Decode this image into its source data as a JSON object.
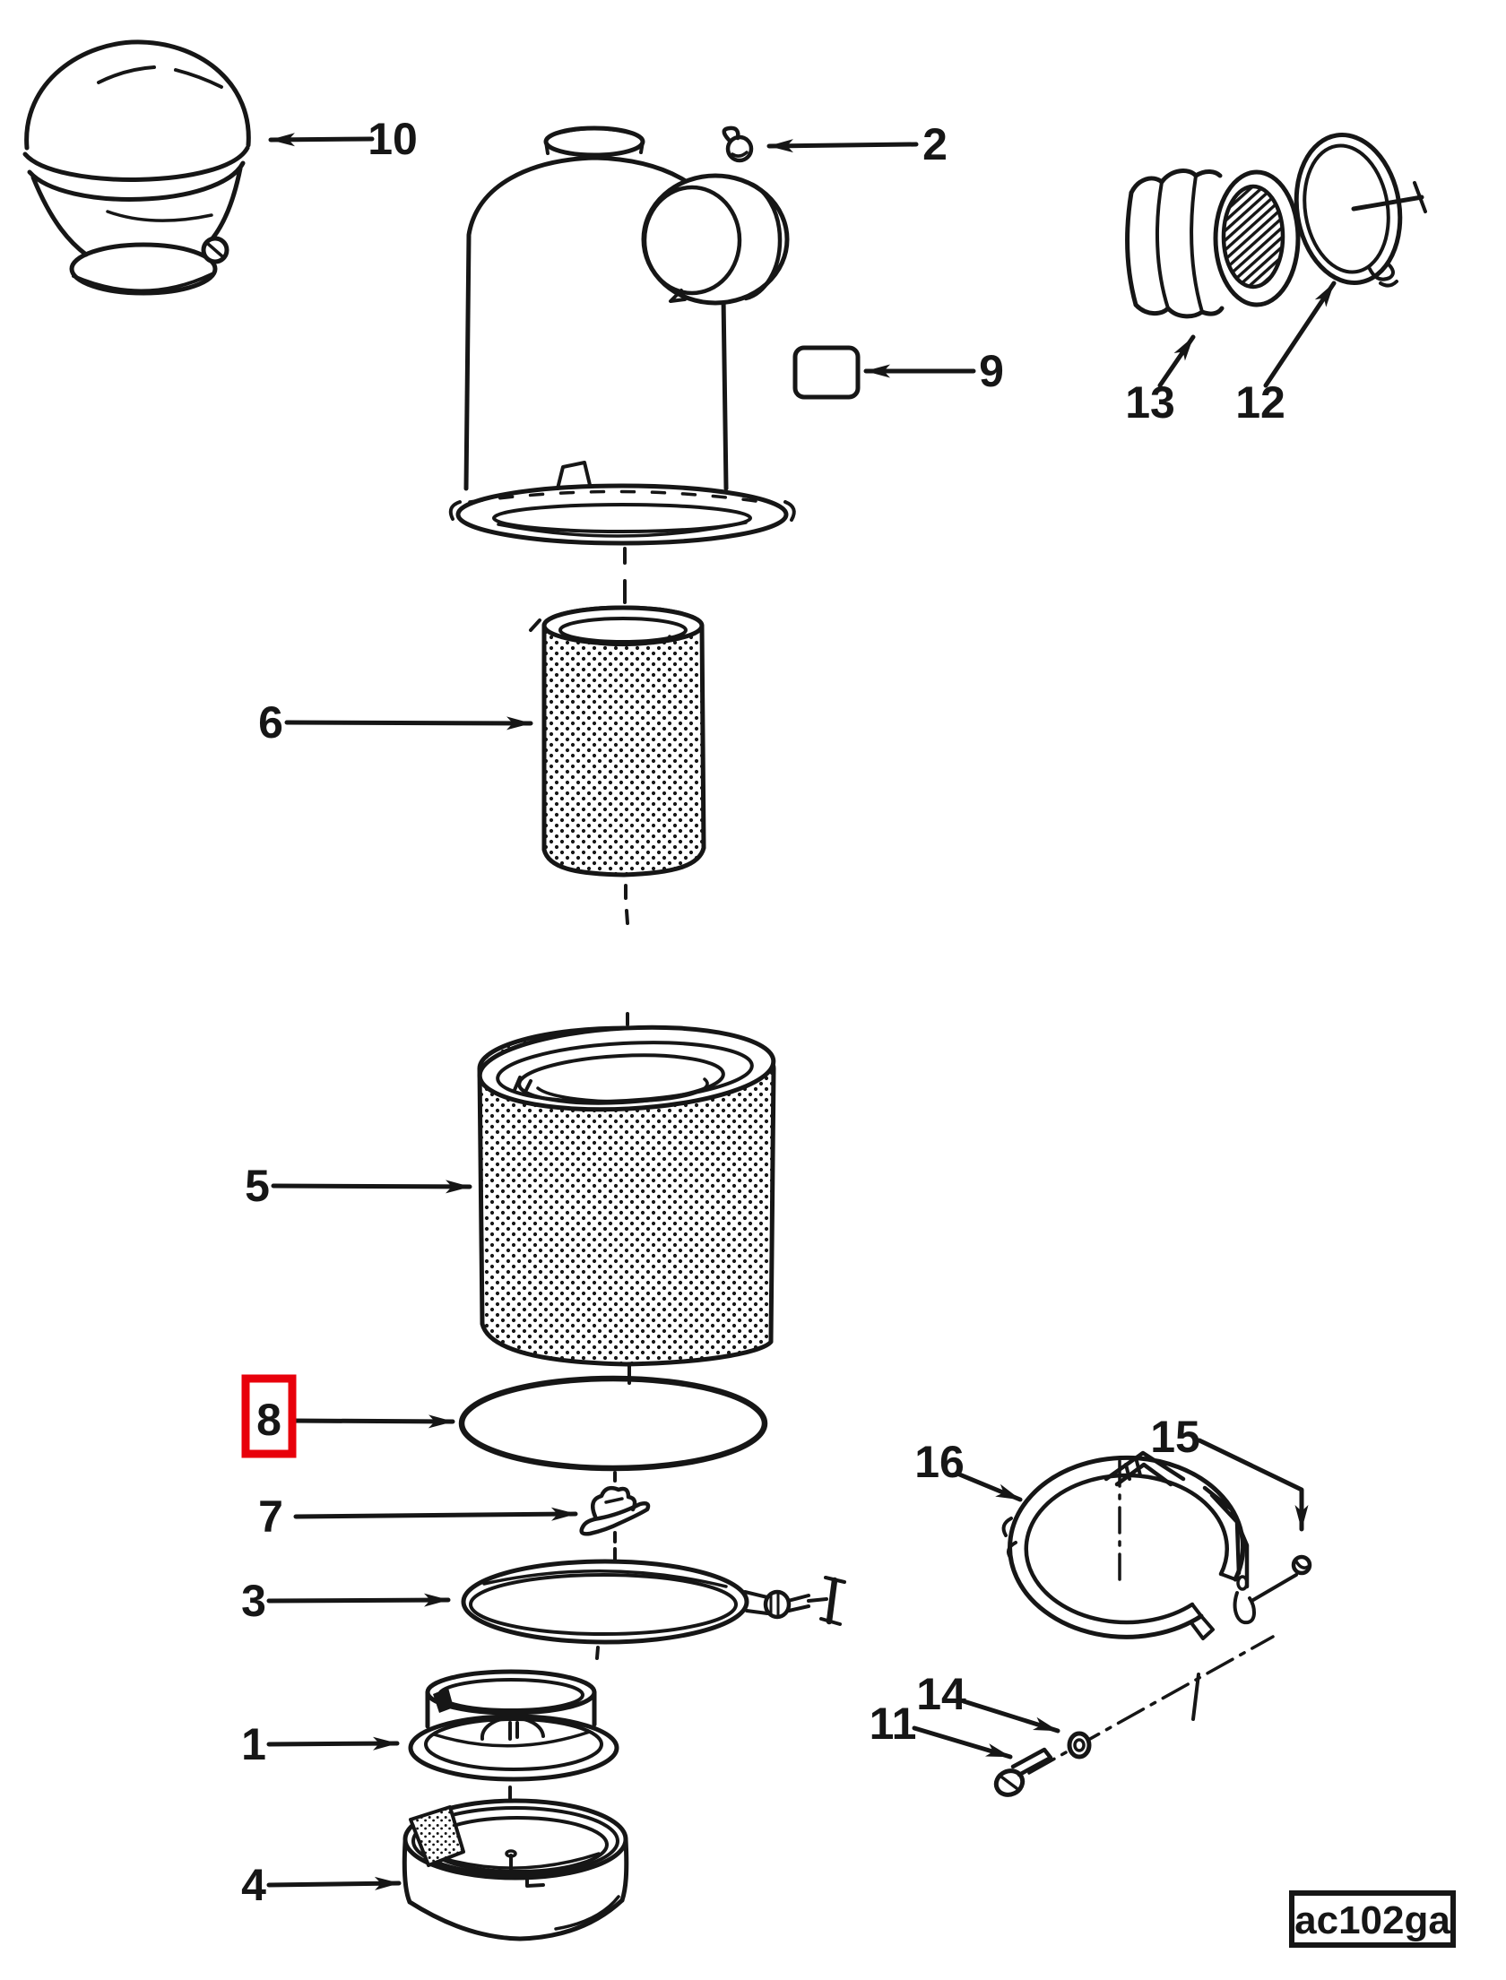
{
  "figure": {
    "code": "ac102ga",
    "highlighted_part": "8",
    "colors": {
      "line": "#161616",
      "highlight": "#e8000b",
      "background": "#ffffff"
    }
  },
  "callouts": {
    "n1": {
      "label": "1"
    },
    "n2": {
      "label": "2"
    },
    "n3": {
      "label": "3"
    },
    "n4": {
      "label": "4"
    },
    "n5": {
      "label": "5"
    },
    "n6": {
      "label": "6"
    },
    "n7": {
      "label": "7"
    },
    "n8": {
      "label": "8"
    },
    "n9": {
      "label": "9"
    },
    "n10": {
      "label": "10"
    },
    "n11": {
      "label": "11"
    },
    "n12": {
      "label": "12"
    },
    "n13": {
      "label": "13"
    },
    "n14": {
      "label": "14"
    },
    "n15": {
      "label": "15"
    },
    "n16": {
      "label": "16"
    }
  }
}
